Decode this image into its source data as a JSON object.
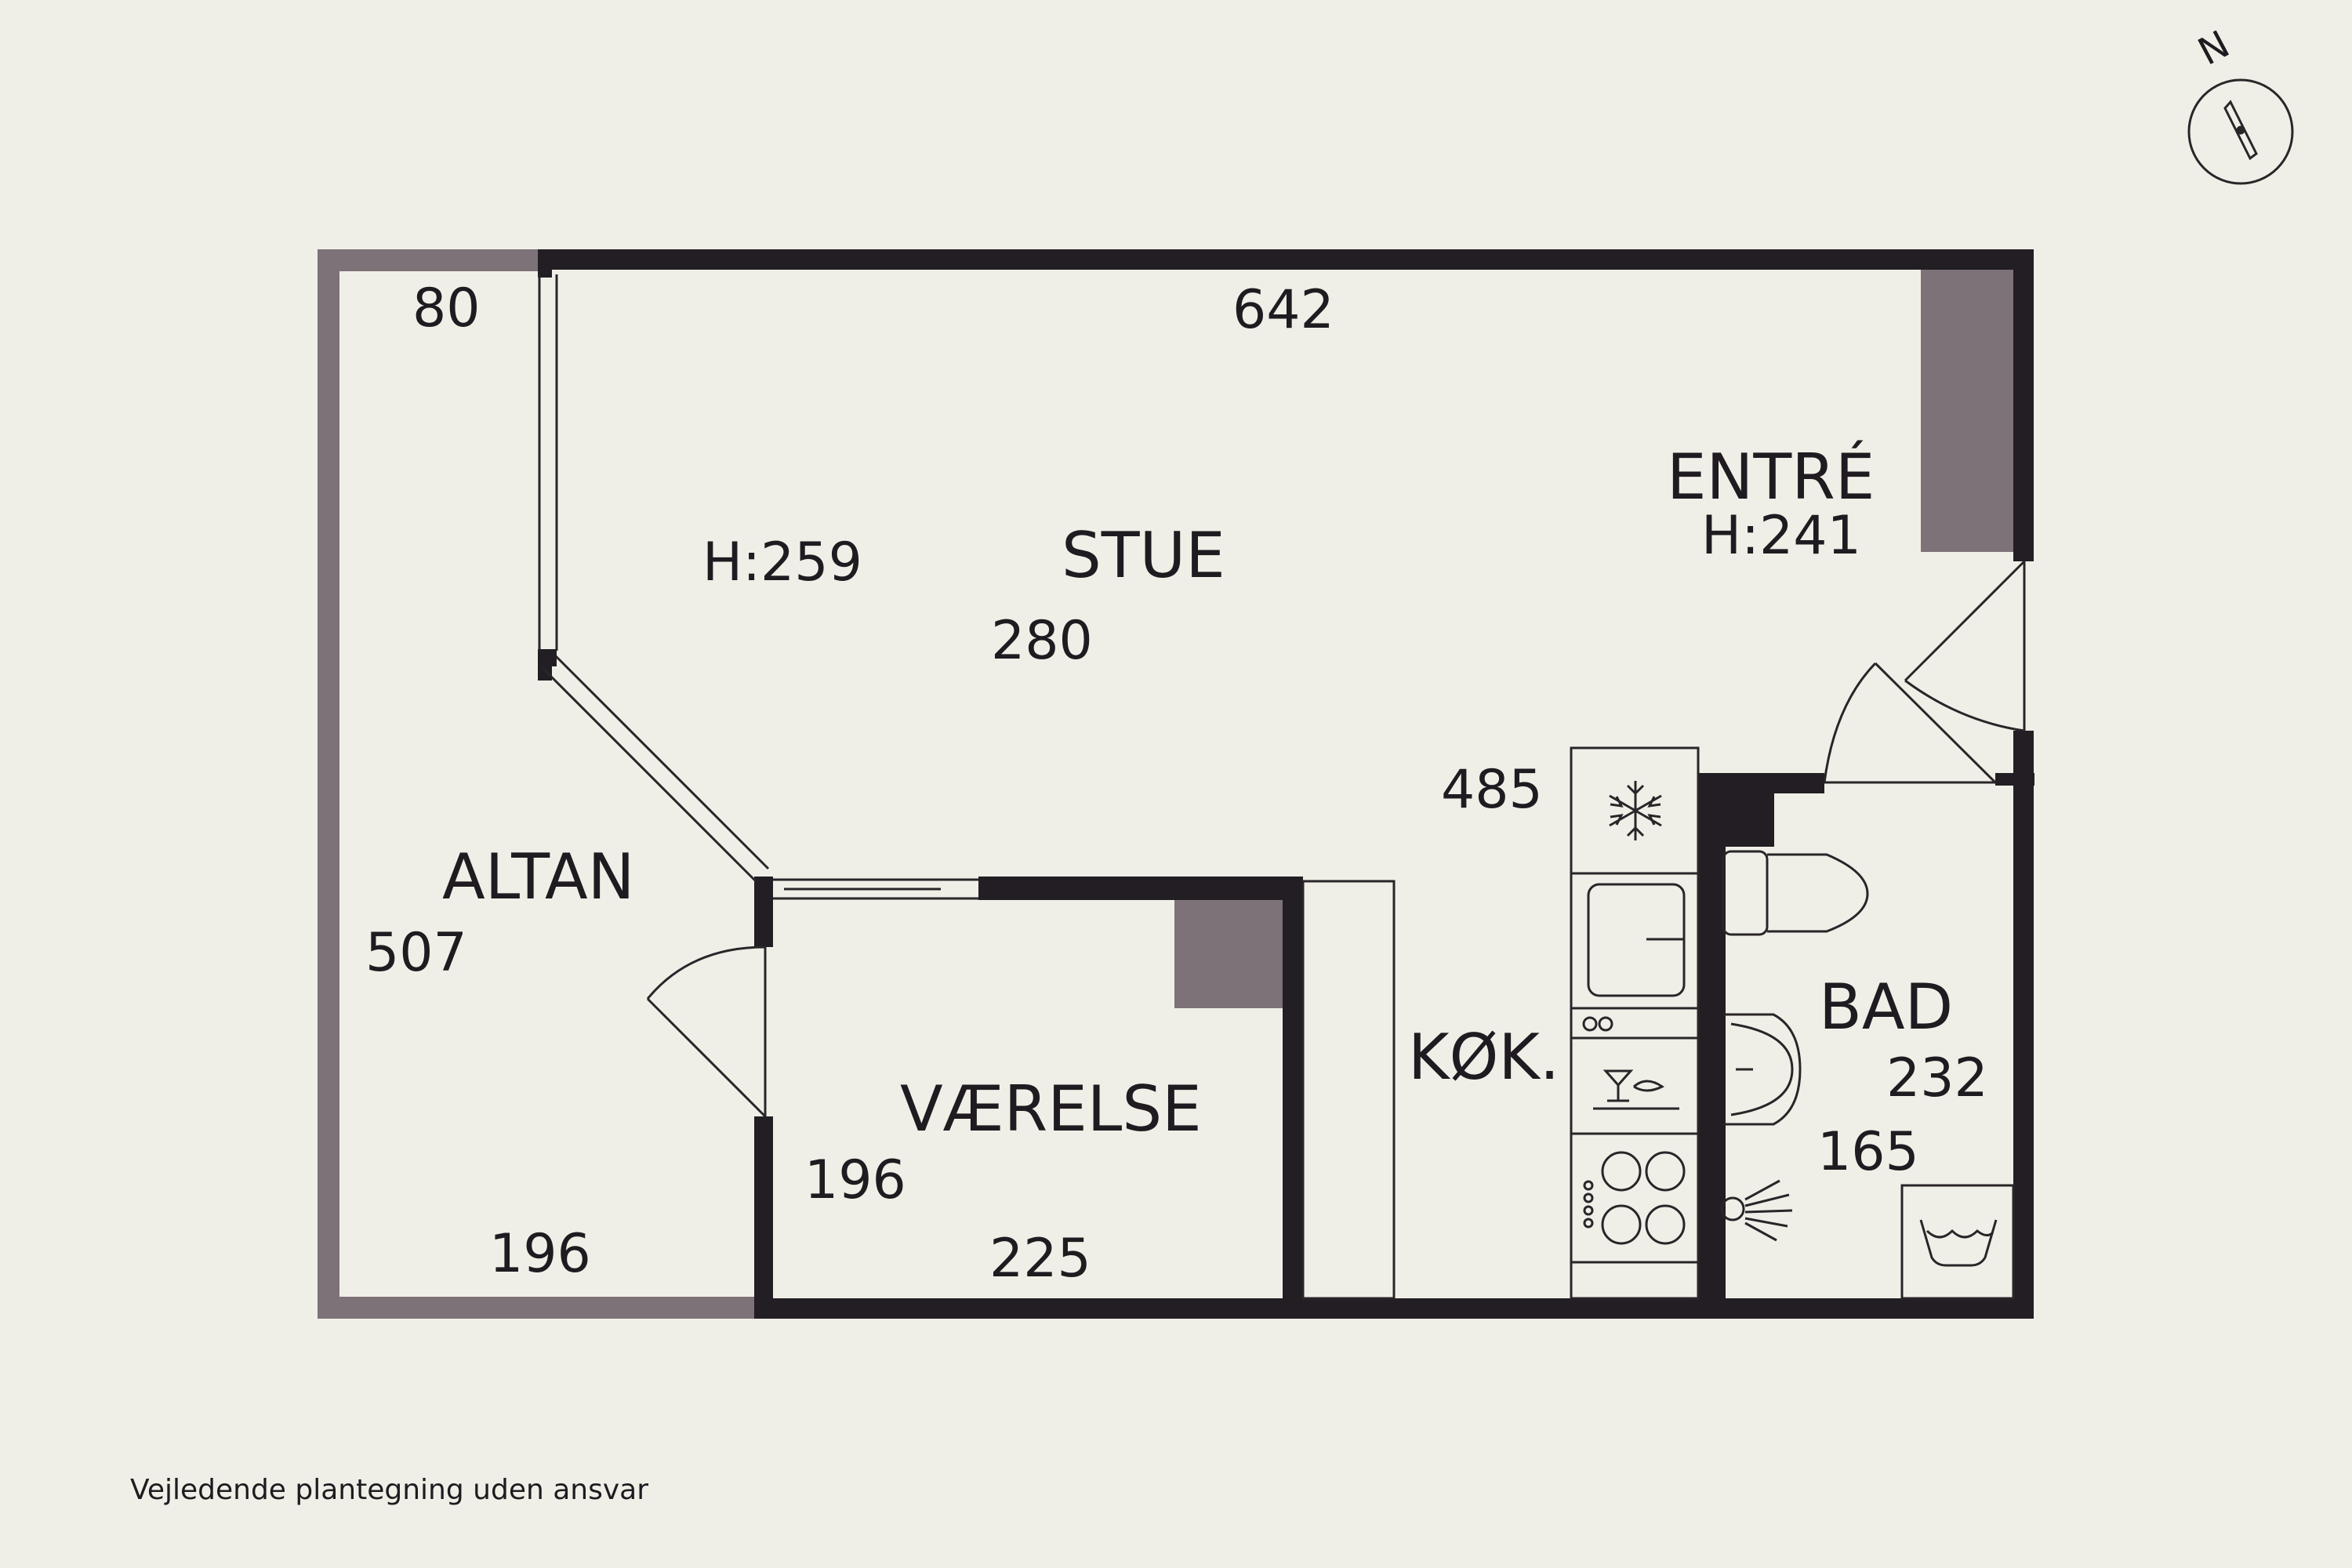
{
  "rooms": {
    "stue": {
      "name": "STUE",
      "height": "H:259",
      "dim_a": "642",
      "dim_b": "280"
    },
    "entre": {
      "name": "ENTRÉ",
      "height": "H:241"
    },
    "altan": {
      "name": "ALTAN",
      "dim_a": "80",
      "dim_b": "507",
      "dim_c": "196"
    },
    "vaerelse": {
      "name": "VÆRELSE",
      "dim_a": "196",
      "dim_b": "225"
    },
    "kok": {
      "name": "KØK.",
      "dim_a": "485"
    },
    "bad": {
      "name": "BAD",
      "dim_a": "232",
      "dim_b": "165"
    }
  },
  "compass": {
    "label": "N",
    "icon": "compass-north-icon"
  },
  "disclaimer": "Vejledende plantegning uden ansvar",
  "colors": {
    "background": "#f0efe7",
    "wall": "#221e23",
    "fill": "#7d7278",
    "line": "#2a2529"
  }
}
